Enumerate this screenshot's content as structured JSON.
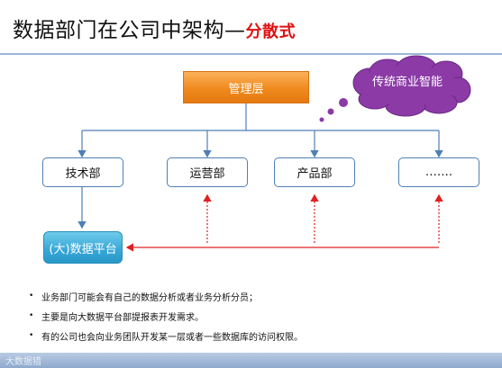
{
  "title": {
    "main": "数据部门在公司中架构",
    "dash": "—",
    "accent": "分散式"
  },
  "nodes": {
    "management": "管理层",
    "cloud": "传统商业智能",
    "tech": "技术部",
    "ops": "运营部",
    "product": "产品部",
    "more": "…….",
    "platform": "(大)数据平台"
  },
  "bullets": [
    "业务部门可能会有自己的数据分析或者业务分析分员；",
    "主要是向大数据平台部提报表开发需求。",
    "有的公司也会向业务团队开发某一层或者一些数据库的访问权限。"
  ],
  "watermark": "大数据猎",
  "colors": {
    "management_fill": "#f08a1e",
    "platform_fill": "#36a7d6",
    "cloud_fill": "#8b3aa6",
    "connector_blue": "#4f7fb4",
    "connector_red": "#e02020",
    "title_accent": "#e01010"
  }
}
